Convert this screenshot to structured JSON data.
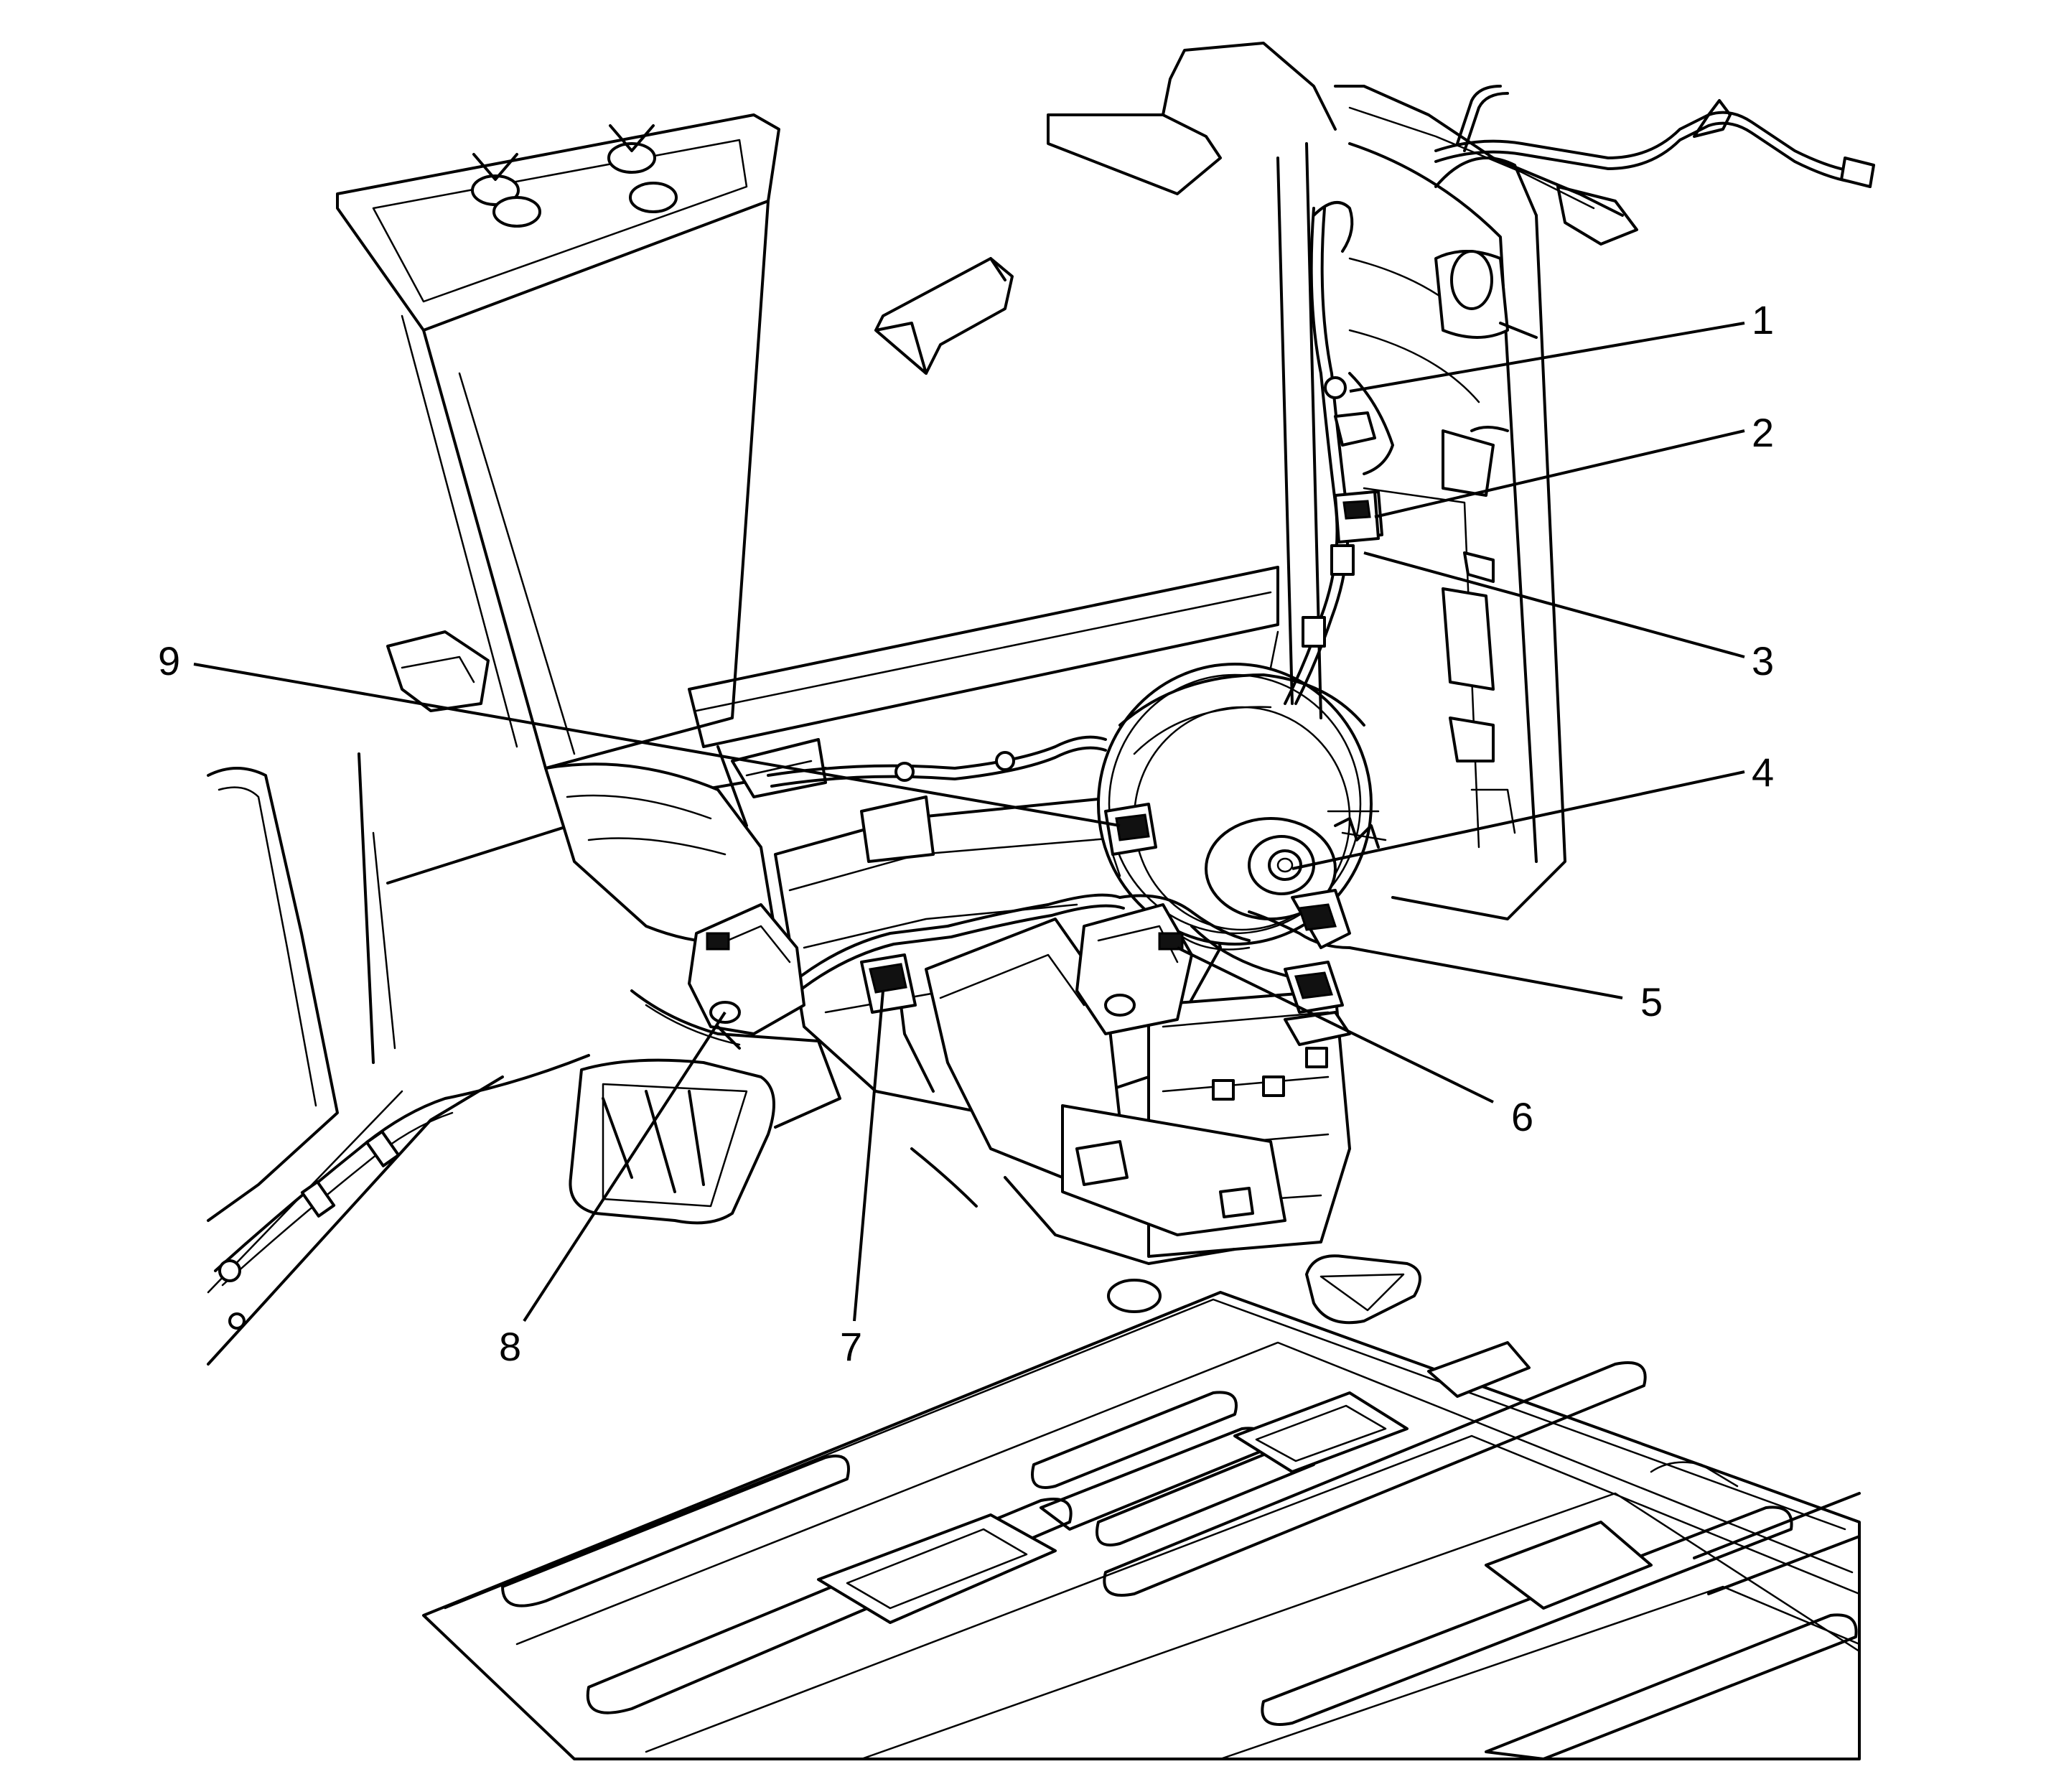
{
  "callouts": [
    {
      "id": "1",
      "label": "1"
    },
    {
      "id": "2",
      "label": "2"
    },
    {
      "id": "3",
      "label": "3"
    },
    {
      "id": "4",
      "label": "4"
    },
    {
      "id": "5",
      "label": "5"
    },
    {
      "id": "6",
      "label": "6"
    },
    {
      "id": "7",
      "label": "7"
    },
    {
      "id": "8",
      "label": "8"
    },
    {
      "id": "9",
      "label": "9"
    }
  ],
  "icons": {
    "direction_arrow": "front-direction-arrow-icon"
  },
  "colors": {
    "line": "#000000",
    "background": "#ffffff"
  }
}
